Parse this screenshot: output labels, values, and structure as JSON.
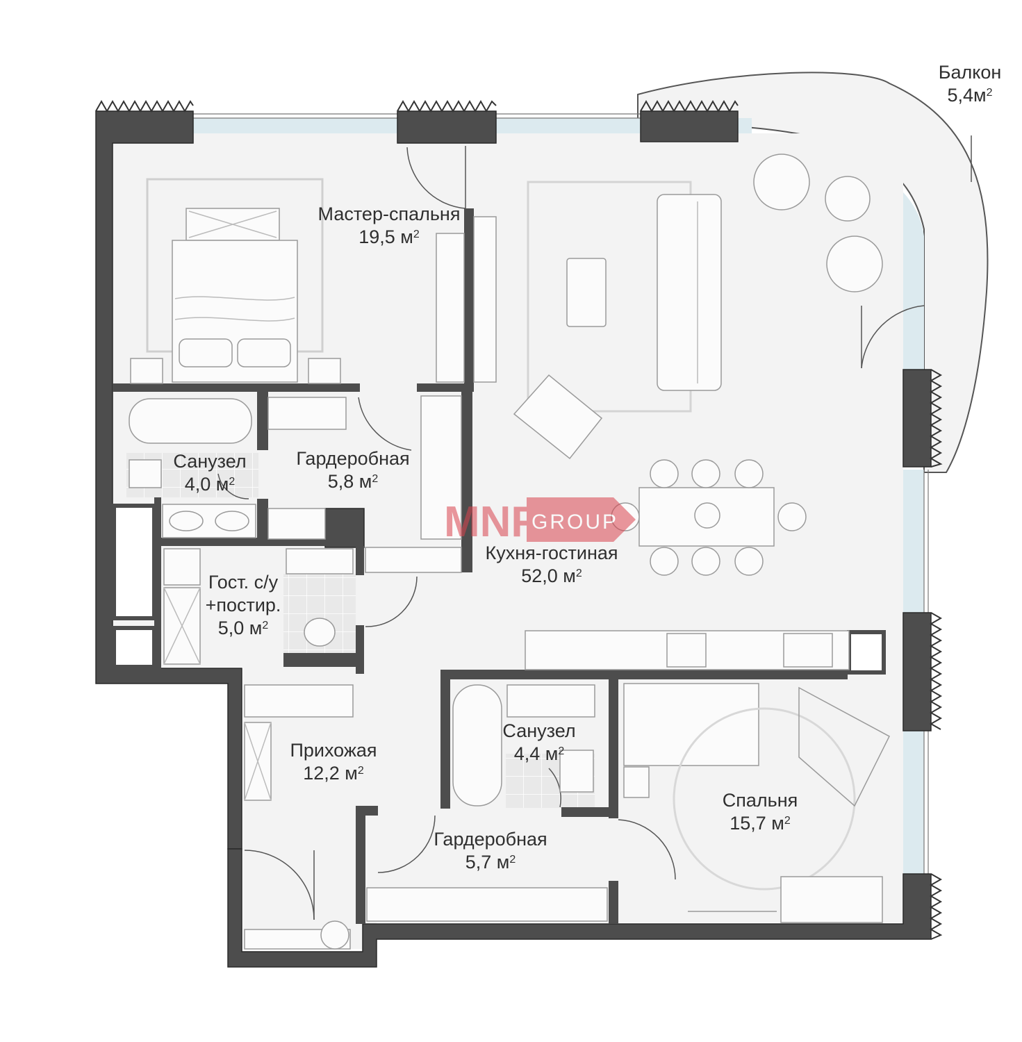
{
  "rooms": {
    "balcony": {
      "name": "Балкон",
      "area": "5,4",
      "unit": "м"
    },
    "master": {
      "name": "Мастер-спальня",
      "area": "19,5",
      "unit": "м"
    },
    "bath1": {
      "name": "Санузел",
      "area": "4,0",
      "unit": "м"
    },
    "wardrobe1": {
      "name": "Гардеробная",
      "area": "5,8",
      "unit": "м"
    },
    "kitchen": {
      "name": "Кухня-гостиная",
      "area": "52,0",
      "unit": "м"
    },
    "guest": {
      "name1": "Гост. с/у",
      "name2": "+постир.",
      "area": "5,0",
      "unit": "м"
    },
    "hall": {
      "name": "Прихожая",
      "area": "12,2",
      "unit": "м"
    },
    "bath2": {
      "name": "Санузел",
      "area": "4,4",
      "unit": "м"
    },
    "bedroom": {
      "name": "Спальня",
      "area": "15,7",
      "unit": "м"
    },
    "wardrobe2": {
      "name": "Гардеробная",
      "area": "5,7",
      "unit": "м"
    }
  },
  "sq": "2",
  "watermark": {
    "left": "MNF",
    "right": "GROUP",
    "color": "#d9434e"
  },
  "colors": {
    "wall": "#4d4d4d",
    "floor": "#f3f3f3",
    "tile": "#e6e6e6",
    "glass": "#dceaef",
    "line": "#8a8a8a"
  }
}
